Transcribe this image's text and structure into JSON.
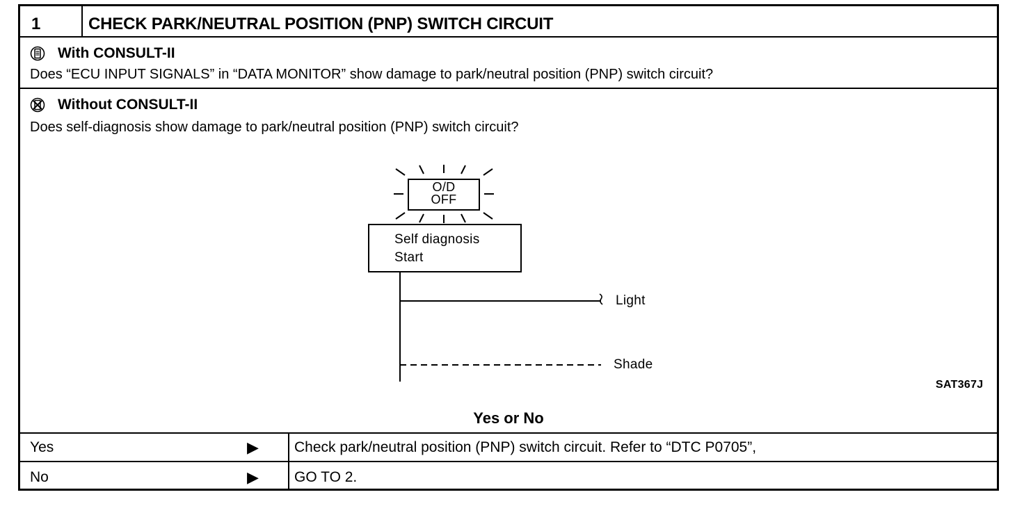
{
  "header": {
    "step_number": "1",
    "title": "CHECK PARK/NEUTRAL POSITION (PNP) SWITCH CIRCUIT"
  },
  "with_consult": {
    "heading": "With CONSULT-II",
    "question": "Does “ECU INPUT SIGNALS” in “DATA MONITOR” show damage to park/neutral position (PNP) switch circuit?",
    "icon": "consult-tool-icon"
  },
  "without_consult": {
    "heading": "Without CONSULT-II",
    "question": "Does self-diagnosis show damage to park/neutral position (PNP) switch circuit?",
    "icon": "no-consult-tool-icon"
  },
  "figure": {
    "indicator_line1": "O/D",
    "indicator_line2": "OFF",
    "diagnosis_line1": "Self diagnosis",
    "diagnosis_line2": "Start",
    "light_label": "Light",
    "shade_label": "Shade",
    "figure_code": "SAT367J"
  },
  "question": "Yes or No",
  "results": [
    {
      "answer": "Yes",
      "arrow": "▶",
      "action": "Check park/neutral position (PNP) switch circuit. Refer to “DTC P0705”,"
    },
    {
      "answer": "No",
      "arrow": "▶",
      "action": "GO TO 2."
    }
  ]
}
